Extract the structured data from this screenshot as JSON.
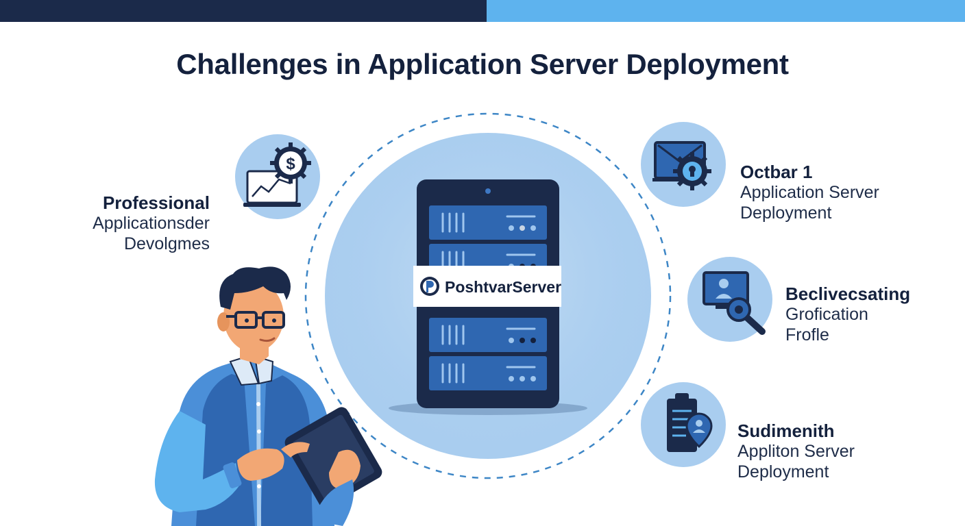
{
  "title": "Challenges in Application Server Deployment",
  "server_label": "PoshtvarServer",
  "items": [
    {
      "heading": "Professional",
      "lines": [
        "Applicationsder",
        "Devolgmes"
      ],
      "icon": "finance-gear-icon"
    },
    {
      "heading": "Octbar 1",
      "lines": [
        "Application Server",
        "Deployment"
      ],
      "icon": "monitor-gear-icon"
    },
    {
      "heading": "Beclivecsating",
      "lines": [
        "Grofication",
        "Frofle"
      ],
      "icon": "screen-search-icon"
    },
    {
      "heading": "Sudimenith",
      "lines": [
        "Appliton Server",
        "Deployment"
      ],
      "icon": "clipboard-user-icon"
    }
  ],
  "colors": {
    "navy": "#1b2a4a",
    "accent_blue": "#5eb3ee",
    "circle_blue": "#a9cdef",
    "server_blue": "#2f67b1",
    "shirt_blue": "#4b8fd8"
  }
}
